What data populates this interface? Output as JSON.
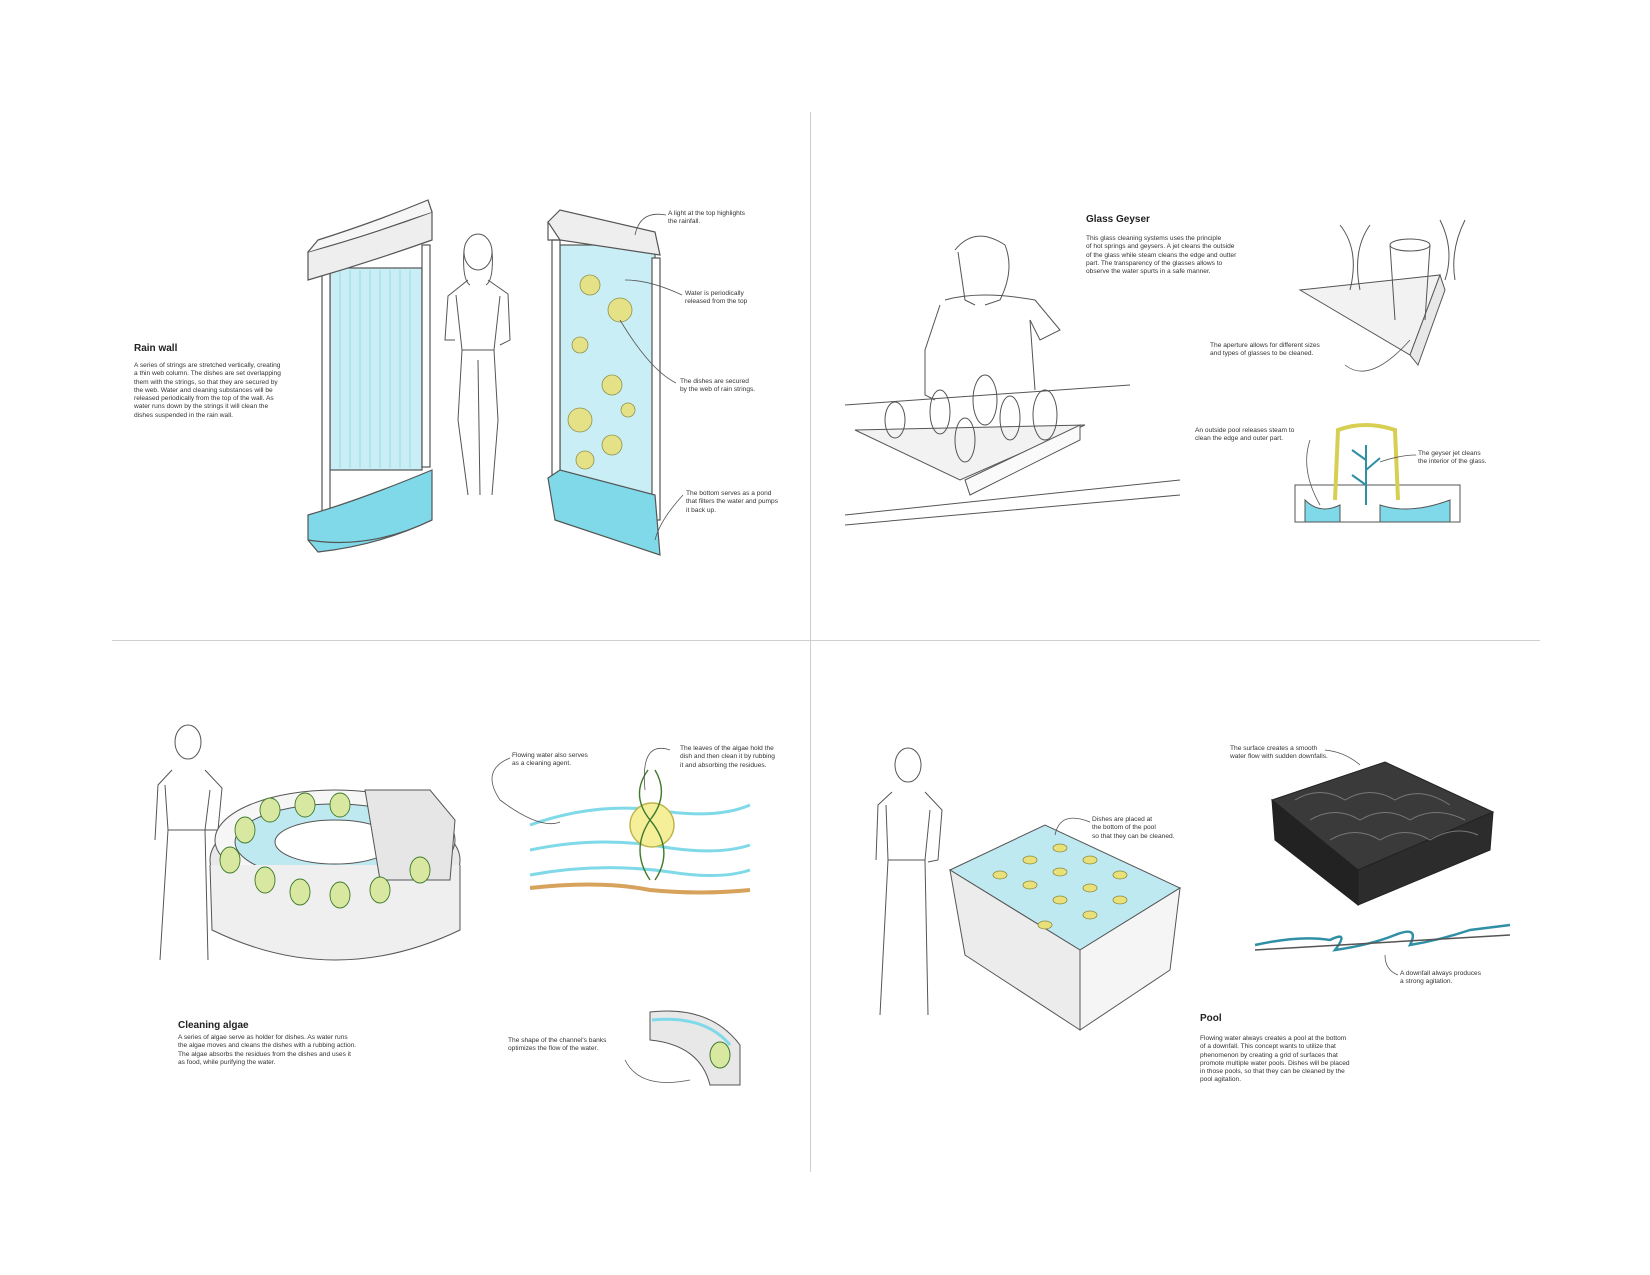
{
  "colors": {
    "water": "#7fd9e8",
    "water_light": "#c9eef5",
    "algae": "#3f7a2b",
    "highlight": "#e9e07a",
    "sand": "#d7a35c",
    "line": "#555555",
    "dark": "#2c2c2c"
  },
  "rain_wall": {
    "title": "Rain wall",
    "body": "A series of strings are stretched vertically, creating\na thin web column. The dishes are set overlapping\nthem with the strings, so that they are secured by\nthe web.  Water and cleaning substances will be\nreleased periodically from the top of the wall. As\nwater runs down by the strings it will clean the\ndishes suspended in the rain wall.",
    "note_light": "A light at the top highlights\nthe rainfall.",
    "note_water": "Water is periodically\nreleased from the top",
    "note_dishes": "The dishes are secured\nby the web of rain strings.",
    "note_bottom": "The bottom serves as a pond\nthat filters the water and pumps\nit back up."
  },
  "glass_geyser": {
    "title": "Glass Geyser",
    "body": "This glass cleaning systems uses the principle\nof hot springs and geysers. A jet cleans the outside\nof the glass while steam cleans the edge and outter\npart. The transparency of the glasses allows to\nobserve the water spurts in a safe manner.",
    "note_aperture": "The aperture allows for different sizes\nand types of glasses to be cleaned.",
    "note_pool": "An outside pool releases steam to\nclean the edge and outer part.",
    "note_jet": "The geyser jet cleans\nthe interior of the glass."
  },
  "cleaning_algae": {
    "title": "Cleaning algae",
    "body": "A series of algae serve as holder for dishes. As water runs\nthe algae moves and cleans the dishes with a rubbing action.\nThe algae absorbs the residues from the dishes and uses it\nas food, while purifying the water.",
    "note_flow": "Flowing water also serves\nas a cleaning agent.",
    "note_leaves": "The leaves of the algae hold the\ndish and then clean it by rubbing\nit and absorbing the residues.",
    "note_banks": "The shape of the channel's banks\noptimizes the flow of the water."
  },
  "pool": {
    "title": "Pool",
    "body": "Flowing water always creates a pool at the bottom\nof a downfall. This concept wants to utilize that\nphenomenon by creating a grid of surfaces that\npromote multiple water pools. Dishes will be placed\nin those pools, so that they can be cleaned by the\npool agitation.",
    "note_dishes": "Dishes are placed at\nthe bottom of the pool\nso that they can be cleaned.",
    "note_surface": "The surface creates a smooth\nwater flow with sudden downfalls.",
    "note_downfall": "A downfall always produces\na strong agitation."
  }
}
